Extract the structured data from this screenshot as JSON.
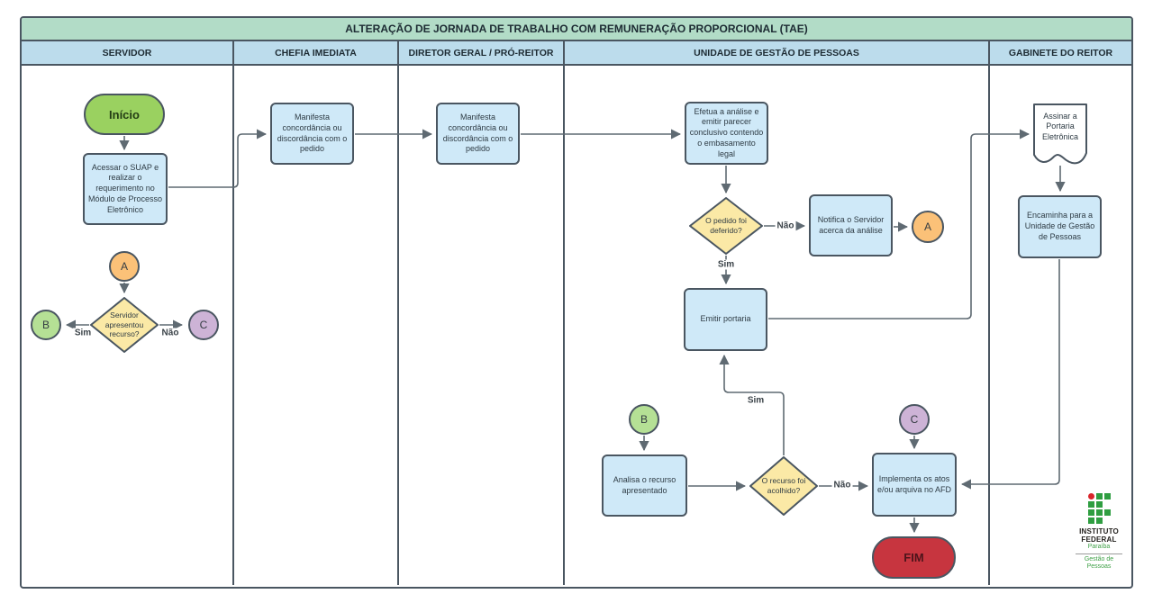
{
  "title": "ALTERAÇÃO DE JORNADA DE TRABALHO COM REMUNERAÇÃO PROPORCIONAL (TAE)",
  "lanes": [
    {
      "label": "SERVIDOR"
    },
    {
      "label": "CHEFIA IMEDIATA"
    },
    {
      "label": "DIRETOR GERAL / PRÓ-REITOR"
    },
    {
      "label": "UNIDADE DE GESTÃO DE PESSOAS"
    },
    {
      "label": "GABINETE DO REITOR"
    }
  ],
  "nodes": {
    "inicio": {
      "label": "Início",
      "type": "start"
    },
    "acessar_suap": {
      "label": "Acessar o SUAP e realizar o requerimento no Módulo de Processo Eletrônico",
      "type": "process"
    },
    "conector_a_servidor": {
      "label": "A",
      "type": "connector"
    },
    "servidor_recurso": {
      "label": "Servidor apresentou recurso?",
      "type": "decision"
    },
    "conector_b_servidor": {
      "label": "B",
      "type": "connector"
    },
    "conector_c_servidor": {
      "label": "C",
      "type": "connector"
    },
    "manifesta_chefia": {
      "label": "Manifesta concordância ou discordância com o pedido",
      "type": "process"
    },
    "manifesta_diretor": {
      "label": "Manifesta concordância ou discordância com o pedido",
      "type": "process"
    },
    "efetua_analise": {
      "label": "Efetua a análise e emitir parecer conclusivo contendo o embasamento legal",
      "type": "process"
    },
    "pedido_deferido": {
      "label": "O pedido foi deferido?",
      "type": "decision"
    },
    "notifica_servidor": {
      "label": "Notifica o Servidor acerca da análise",
      "type": "process"
    },
    "conector_a_ugp": {
      "label": "A",
      "type": "connector"
    },
    "emitir_portaria": {
      "label": "Emitir portaria",
      "type": "process"
    },
    "conector_b_ugp": {
      "label": "B",
      "type": "connector"
    },
    "analisa_recurso": {
      "label": "Analisa o recurso apresentado",
      "type": "process"
    },
    "recurso_acolhido": {
      "label": "O recurso foi acolhido?",
      "type": "decision"
    },
    "conector_c_ugp": {
      "label": "C",
      "type": "connector"
    },
    "implementa_atos": {
      "label": "Implementa os atos e/ou arquiva no AFD",
      "type": "process"
    },
    "fim": {
      "label": "FIM",
      "type": "end"
    },
    "assinar_portaria": {
      "label": "Assinar a Portaria Eletrônica",
      "type": "document"
    },
    "encaminha_ugp": {
      "label": "Encaminha para a Unidade de Gestão de Pessoas",
      "type": "process"
    }
  },
  "edge_labels": {
    "sim": "Sim",
    "nao": "Não"
  },
  "logo": {
    "line1": "INSTITUTO",
    "line2": "FEDERAL",
    "line3": "Paraíba",
    "line4": "Gestão de",
    "line5": "Pessoas"
  },
  "colors": {
    "title_bar_fill": "#b2dcc7",
    "lane_header_fill": "#bcdcec",
    "process_fill": "#cfe9f8",
    "decision_fill": "#fbe9a6",
    "start_fill": "#9ad160",
    "end_fill": "#c7353f",
    "connector_a_fill": "#fbc178",
    "connector_b_fill": "#b5e095",
    "connector_c_fill": "#cdb3d6",
    "document_fill": "#ffffff",
    "shape_border": "#4a5661",
    "line": "#5f6a72",
    "logo_green": "#2f9e41",
    "logo_red": "#d9262c"
  }
}
